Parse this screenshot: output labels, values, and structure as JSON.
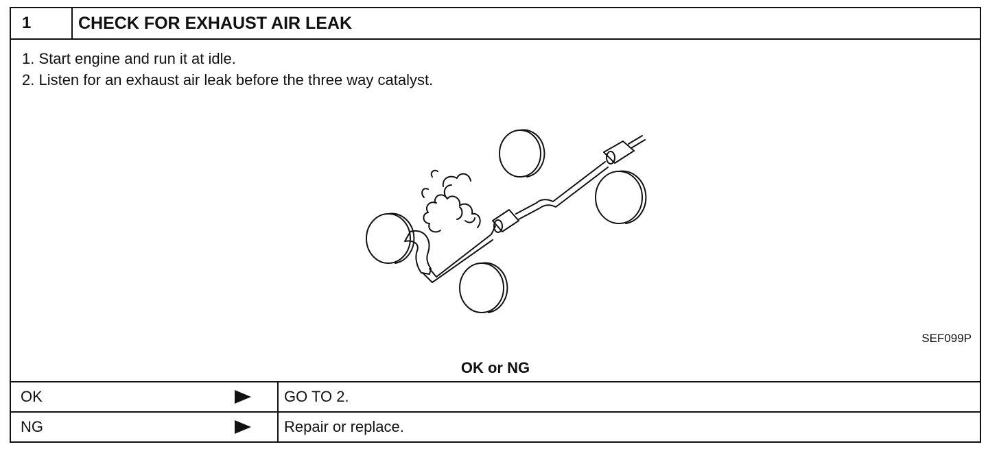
{
  "header": {
    "step_number": "1",
    "title": "CHECK FOR EXHAUST AIR LEAK"
  },
  "instructions": [
    "1. Start engine and run it at idle.",
    "2. Listen for an exhaust air leak before the three way catalyst."
  ],
  "figure": {
    "code": "SEF099P",
    "illustration": "exhaust-system-leak-icon"
  },
  "result_heading": "OK or NG",
  "results": [
    {
      "condition": "OK",
      "action": "GO TO 2."
    },
    {
      "condition": "NG",
      "action": "Repair or replace."
    }
  ]
}
